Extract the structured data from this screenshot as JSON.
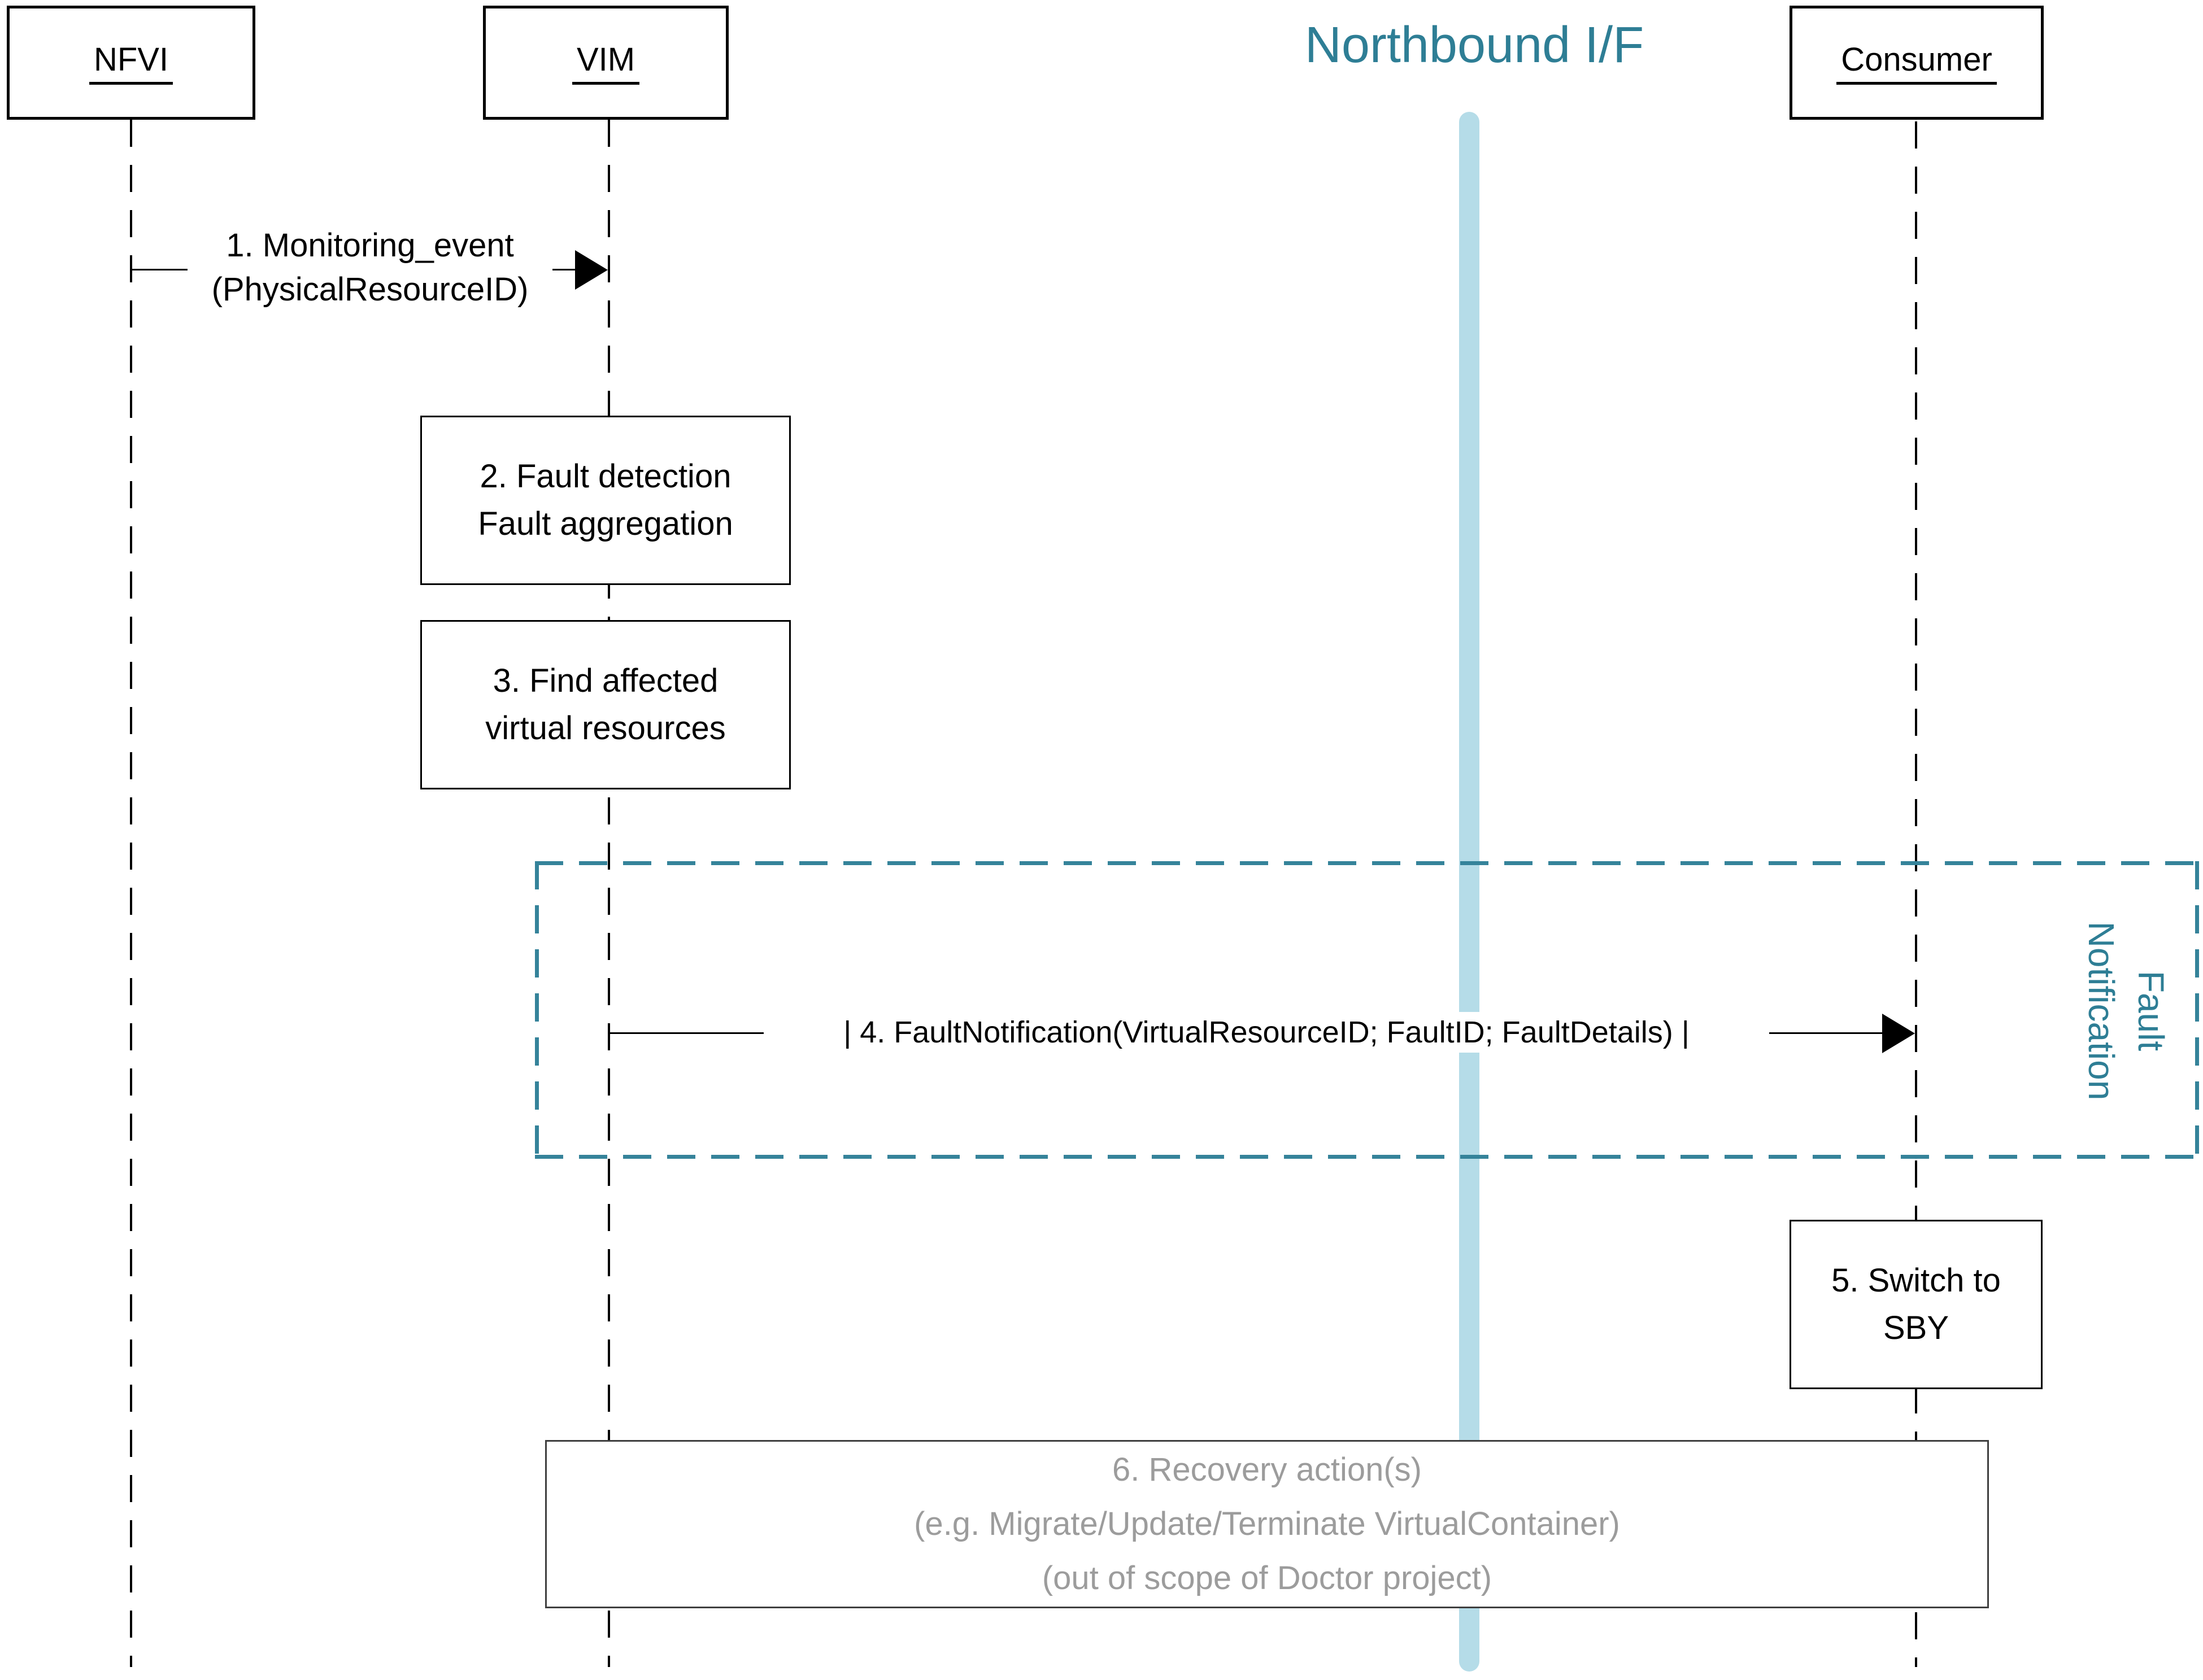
{
  "northbound": {
    "title": "Northbound I/F"
  },
  "actors": [
    {
      "label": "NFVI"
    },
    {
      "label": "VIM"
    },
    {
      "label": "Consumer"
    }
  ],
  "messages": {
    "m1": {
      "line1": "1. Monitoring_event",
      "line2": "(PhysicalResourceID)"
    },
    "m4": {
      "label": "| 4. FaultNotification(VirtualResourceID; FaultID; FaultDetails) |"
    }
  },
  "activities": {
    "a2": {
      "line1": "2. Fault detection",
      "line2": "Fault aggregation"
    },
    "a3": {
      "line1": "3. Find affected",
      "line2": "virtual resources"
    },
    "a5": {
      "line1": "5. Switch to",
      "line2": "SBY"
    },
    "a6": {
      "line1": "6. Recovery action(s)",
      "line2": "(e.g. Migrate/Update/Terminate VirtualContainer)",
      "line3": "(out of scope of Doctor project)"
    }
  },
  "frame": {
    "line1": "Fault",
    "line2": "Notification"
  },
  "colors": {
    "teal": "#2E7E95",
    "teal_dash": "#35839A",
    "light_blue_bar": "#B5DCE8",
    "gray_text": "#9C9C9C",
    "gray_border": "#3F3F3F",
    "black": "#000000"
  }
}
